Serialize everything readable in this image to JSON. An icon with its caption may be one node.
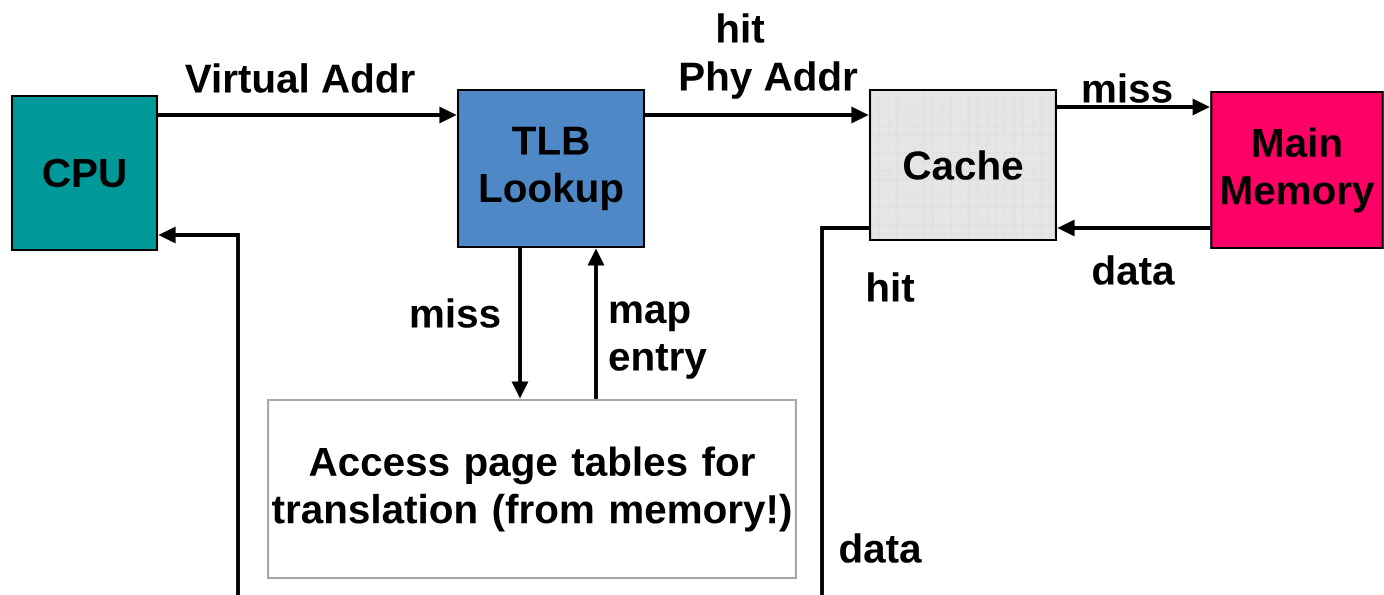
{
  "diagram": {
    "nodes": [
      {
        "text": [
          "CPU"
        ]
      },
      {
        "text": [
          "TLB Lookup"
        ]
      },
      {
        "text": [
          "Cache"
        ]
      },
      {
        "text": [
          "Main Memory"
        ]
      },
      {
        "text": [
          "Access page tables for translation (from memory!)"
        ]
      }
    ],
    "edges": [
      {
        "from": 0,
        "to": 1,
        "arrow": "to",
        "label": "Virtual Addr"
      },
      {
        "from": 1,
        "to": 2,
        "arrow": "to",
        "label": "Phy Addr"
      },
      {
        "from": 2,
        "to": 3,
        "arrow": "to",
        "label": "miss"
      },
      {
        "from": 3,
        "to": 2,
        "arrow": "to",
        "label": "data"
      },
      {
        "from": 1,
        "to": 4,
        "arrow": "to",
        "label": "miss"
      },
      {
        "from": 4,
        "to": 1,
        "arrow": "to",
        "label": "map entry"
      },
      {
        "from": 2,
        "to": null,
        "arrow": "none",
        "label": "data"
      },
      {
        "from": null,
        "to": 0,
        "arrow": "to"
      }
    ],
    "labels": [
      "hit",
      "hit"
    ]
  }
}
